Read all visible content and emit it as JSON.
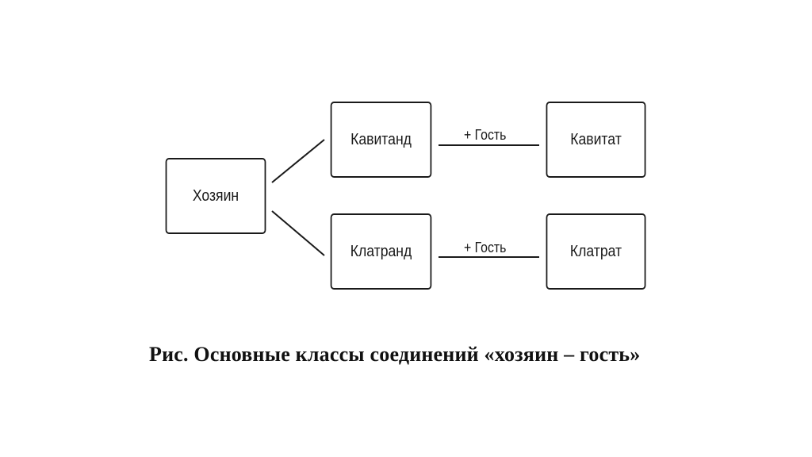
{
  "diagram": {
    "nodes": {
      "host": "Хозяин",
      "cavitand": "Кавитанд",
      "cavitat": "Кавитат",
      "clatrand": "Клатранд",
      "clatrat": "Клатрат"
    },
    "edges": [
      {
        "from": "Хозяин",
        "to": "Кавитанд",
        "label": ""
      },
      {
        "from": "Хозяин",
        "to": "Клатранд",
        "label": ""
      },
      {
        "from": "Кавитанд",
        "to": "Кавитат",
        "label": "+ Гость"
      },
      {
        "from": "Клатранд",
        "to": "Клатрат",
        "label": "+ Гость"
      }
    ],
    "edge_labels": {
      "guest_1": "+ Гость",
      "guest_2": "+ Гость"
    }
  },
  "caption": "Рис. Основные классы соединений «хозяин – гость»",
  "colors": {
    "stroke": "#1a1a1a",
    "background": "#ffffff"
  }
}
